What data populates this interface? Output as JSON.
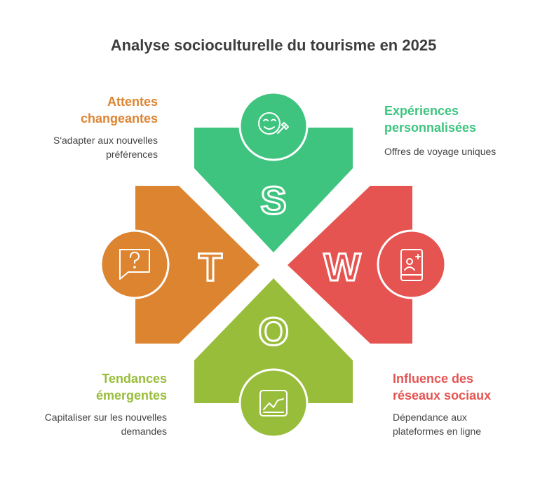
{
  "title": "Analyse socioculturelle du tourisme en 2025",
  "colors": {
    "S": "#3ec47f",
    "W": "#e55451",
    "O": "#98bd3a",
    "T": "#dd8431"
  },
  "quadrants": {
    "S": {
      "letter": "S",
      "heading": [
        "Expériences",
        "personnalisées"
      ],
      "description": [
        "Offres de voyage uniques"
      ],
      "icon": "smiling-face-with-brush-icon"
    },
    "W": {
      "letter": "W",
      "heading": [
        "Influence des",
        "réseaux sociaux"
      ],
      "description": [
        "Dépendance aux",
        "plateformes en ligne"
      ],
      "icon": "phone-user-add-icon"
    },
    "O": {
      "letter": "O",
      "heading": [
        "Tendances",
        "émergentes"
      ],
      "description": [
        "Capitaliser sur les nouvelles",
        "demandes"
      ],
      "icon": "trend-chart-icon"
    },
    "T": {
      "letter": "T",
      "heading": [
        "Attentes",
        "changeantes"
      ],
      "description": [
        "S'adapter aux nouvelles",
        "préférences"
      ],
      "icon": "question-speech-bubble-icon"
    }
  }
}
